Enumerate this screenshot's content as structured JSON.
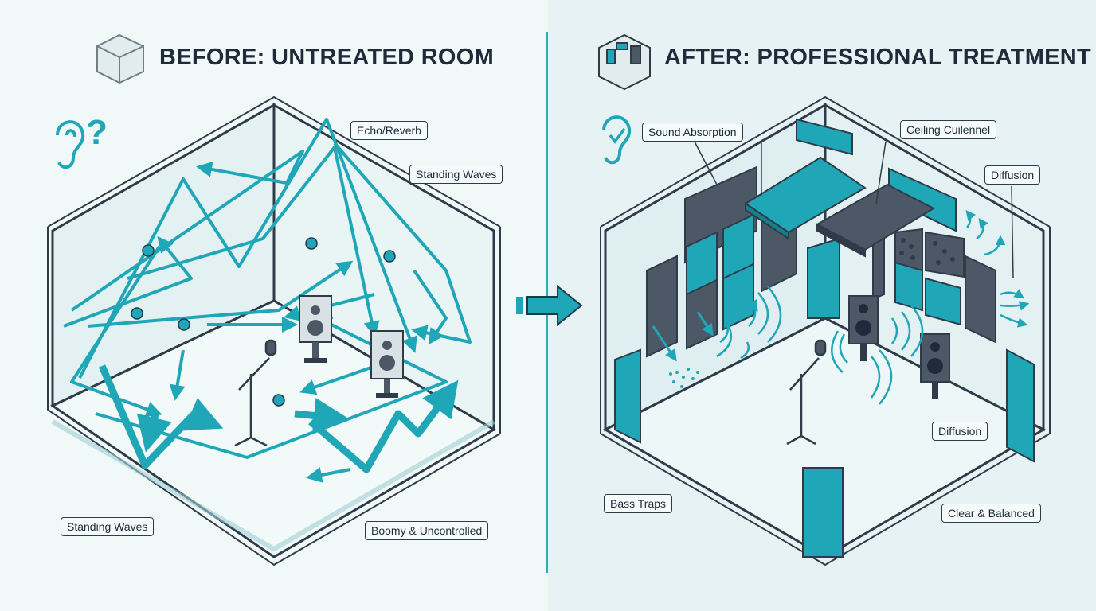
{
  "before": {
    "title": "BEFORE: UNTREATED ROOM",
    "labels": {
      "echo": "Echo/Reverb",
      "standing_waves_top": "Standing Waves",
      "standing_waves_bottom": "Standing Waves",
      "boomy": "Boomy & Uncontrolled"
    },
    "ear_symbol": "?"
  },
  "after": {
    "title": "AFTER: PROFESSIONAL TREATMENT",
    "labels": {
      "absorption": "Sound Absorption",
      "ceiling": "Ceiling Cuilennel",
      "diffusion_top": "Diffusion",
      "diffusion_mid": "Diffusion",
      "bass_traps": "Bass Traps",
      "clear": "Clear & Balanced"
    }
  },
  "colors": {
    "accent": "#1fa7b8",
    "dark_panel": "#4d5866",
    "outline": "#2f3b48",
    "background_before": "#f0f8f8",
    "background_after": "#e6f2f3"
  },
  "icons": [
    "cube-icon",
    "room-icon",
    "ear-icon",
    "question-icon",
    "check-icon",
    "arrow-right-icon",
    "speaker-icon",
    "microphone-icon"
  ]
}
